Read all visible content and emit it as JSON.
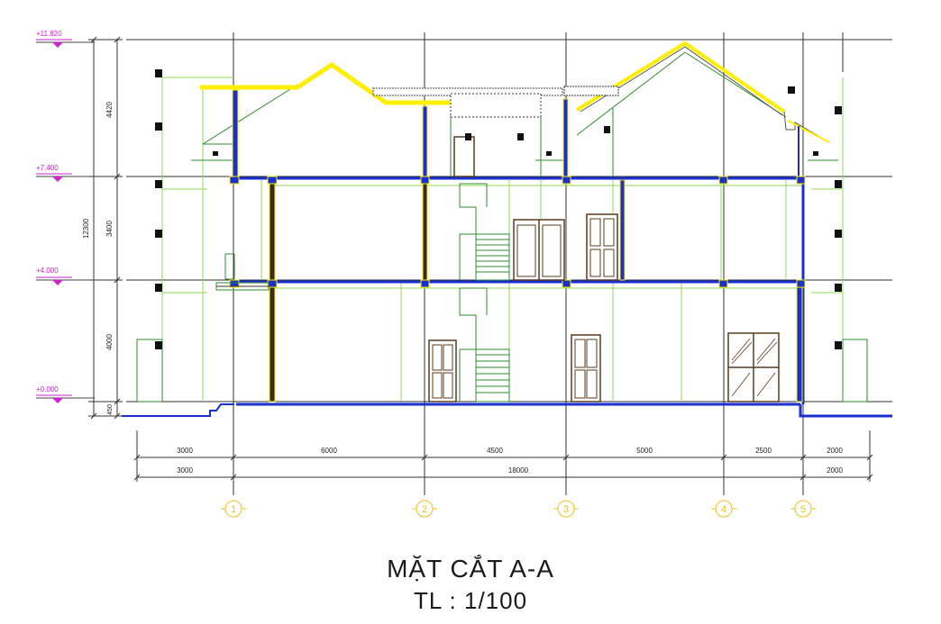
{
  "drawing": {
    "title": "MẶT CẮT A-A",
    "scale": "TL : 1/100"
  },
  "levels": [
    {
      "label": "+11.820"
    },
    {
      "label": "+7.400"
    },
    {
      "label": "+4.000"
    },
    {
      "label": "+0.000"
    }
  ],
  "vertical_dims": {
    "floor3": "4420",
    "floor2": "3400",
    "floor1": "4000",
    "plinth": "450",
    "total": "12300"
  },
  "horizontal_dims": {
    "row1": [
      "3000",
      "6000",
      "4500",
      "5000",
      "2500",
      "2000"
    ],
    "row2": [
      "3000",
      "18000",
      "2000"
    ]
  },
  "grid_axes": [
    "1",
    "2",
    "3",
    "4",
    "5"
  ],
  "colors": {
    "frame_line": "#303030",
    "wall_green": "#2e8b2e",
    "light_green": "#8fd85a",
    "slab_blue": "#1a2fd0",
    "roof_yellow": "#ffee00",
    "level_magenta": "#d020d0",
    "door_brown": "#5a3a1e",
    "axis_yellow": "#f0c020"
  }
}
